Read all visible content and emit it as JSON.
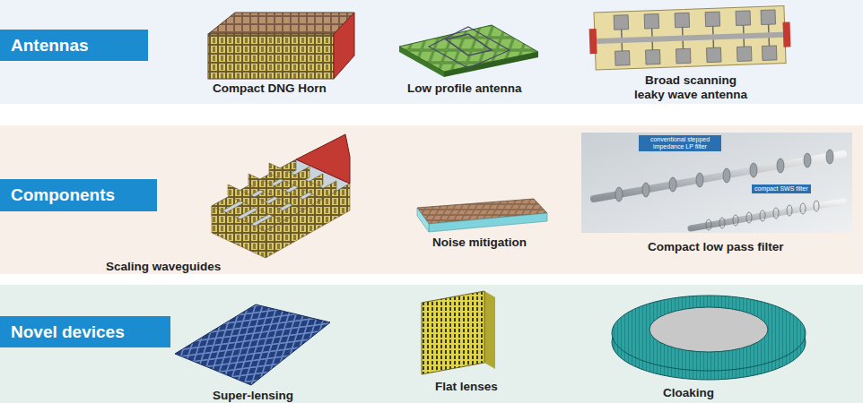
{
  "diagram": {
    "nodes": [
      {
        "text": [
          "Antennas"
        ]
      },
      {
        "text": [
          "Components"
        ]
      },
      {
        "text": [
          "Novel devices"
        ]
      }
    ],
    "labels": [
      "Compact DNG Horn",
      "Low profile antenna",
      "Broad scanning leaky wave antenna",
      "Scaling waveguides",
      "Noise mitigation",
      "conventional stepped impedance LP filter",
      "compact SWS filter",
      "Compact low pass filter",
      "Super-lensing",
      "Flat lenses",
      "Cloaking"
    ]
  }
}
